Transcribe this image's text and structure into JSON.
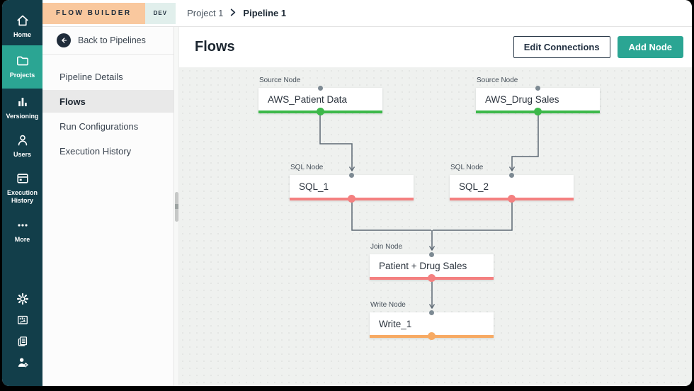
{
  "topbar": {
    "app_badge": "FLOW BUILDER",
    "env_badge": "DEV",
    "breadcrumb": {
      "project": "Project 1",
      "separator_icon": "chevron-right-icon",
      "pipeline": "Pipeline 1"
    }
  },
  "sidebar": {
    "items": [
      {
        "label": "Home",
        "icon": "home-icon",
        "active": false
      },
      {
        "label": "Projects",
        "icon": "folder-icon",
        "active": true
      },
      {
        "label": "Versioning",
        "icon": "bar-chart-icon",
        "active": false
      },
      {
        "label": "Users",
        "icon": "user-icon",
        "active": false
      },
      {
        "label": "Execution History",
        "icon": "history-card-icon",
        "active": false
      },
      {
        "label": "More",
        "icon": "ellipsis-icon",
        "active": false
      }
    ],
    "footer_icons": [
      "gear-icon",
      "metrics-icon",
      "documents-icon",
      "user-settings-icon"
    ]
  },
  "subsidebar": {
    "back_label": "Back to Pipelines",
    "back_icon": "arrow-left-icon",
    "items": [
      {
        "label": "Pipeline Details",
        "active": false
      },
      {
        "label": "Flows",
        "active": true
      },
      {
        "label": "Run Configurations",
        "active": false
      },
      {
        "label": "Execution History",
        "active": false
      }
    ]
  },
  "main": {
    "title": "Flows",
    "edit_connections": "Edit Connections",
    "add_node": "Add Node"
  },
  "canvas": {
    "nodes": [
      {
        "type_label": "Source Node",
        "name": "AWS_Patient Data",
        "accent": "#3db84a"
      },
      {
        "type_label": "Source Node",
        "name": "AWS_Drug Sales",
        "accent": "#3db84a"
      },
      {
        "type_label": "SQL Node",
        "name": "SQL_1",
        "accent": "#f48080"
      },
      {
        "type_label": "SQL Node",
        "name": "SQL_2",
        "accent": "#f48080"
      },
      {
        "type_label": "Join Node",
        "name": "Patient + Drug Sales",
        "accent": "#f48080"
      },
      {
        "type_label": "Write Node",
        "name": "Write_1",
        "accent": "#f7aa63"
      }
    ],
    "connections": [
      {
        "from": "AWS_Patient Data",
        "to": "SQL_1"
      },
      {
        "from": "AWS_Drug Sales",
        "to": "SQL_2"
      },
      {
        "from": "SQL_1",
        "to": "Patient + Drug Sales"
      },
      {
        "from": "SQL_2",
        "to": "Patient + Drug Sales"
      },
      {
        "from": "Patient + Drug Sales",
        "to": "Write_1"
      }
    ]
  },
  "colors": {
    "sidebar_bg": "#123e4a",
    "accent_teal": "#2ba593",
    "badge_peach": "#f9c89e",
    "badge_mint": "#e1efec",
    "node_green": "#3db84a",
    "node_salmon": "#f48080",
    "node_orange": "#f7aa63",
    "canvas_bg": "#eff1ef",
    "connector_gray": "#5d6974"
  }
}
